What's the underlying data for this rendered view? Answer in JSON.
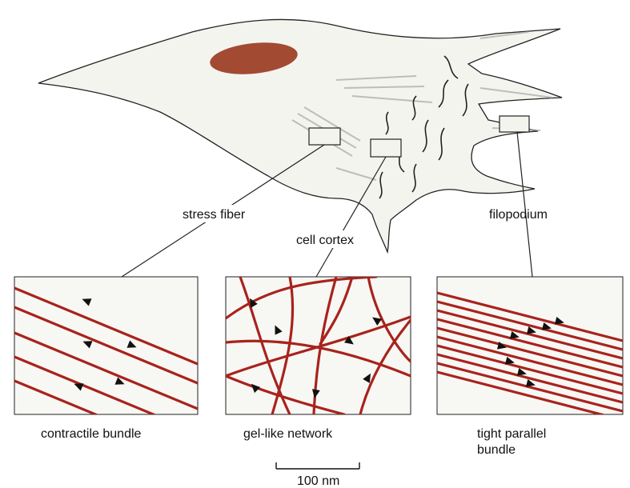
{
  "labels": {
    "stress_fiber": "stress fiber",
    "cell_cortex": "cell cortex",
    "filopodium": "filopodium",
    "contractile_bundle": "contractile bundle",
    "gel_like_network": "gel-like network",
    "tight_parallel_line1": "tight parallel",
    "tight_parallel_line2": "bundle",
    "scale_bar": "100 nm"
  },
  "colors": {
    "filament": "#a8231c",
    "nucleus": "#a24a32",
    "cell_body": "#f4f4ef",
    "outline": "#222222",
    "arrowhead": "#111111"
  }
}
